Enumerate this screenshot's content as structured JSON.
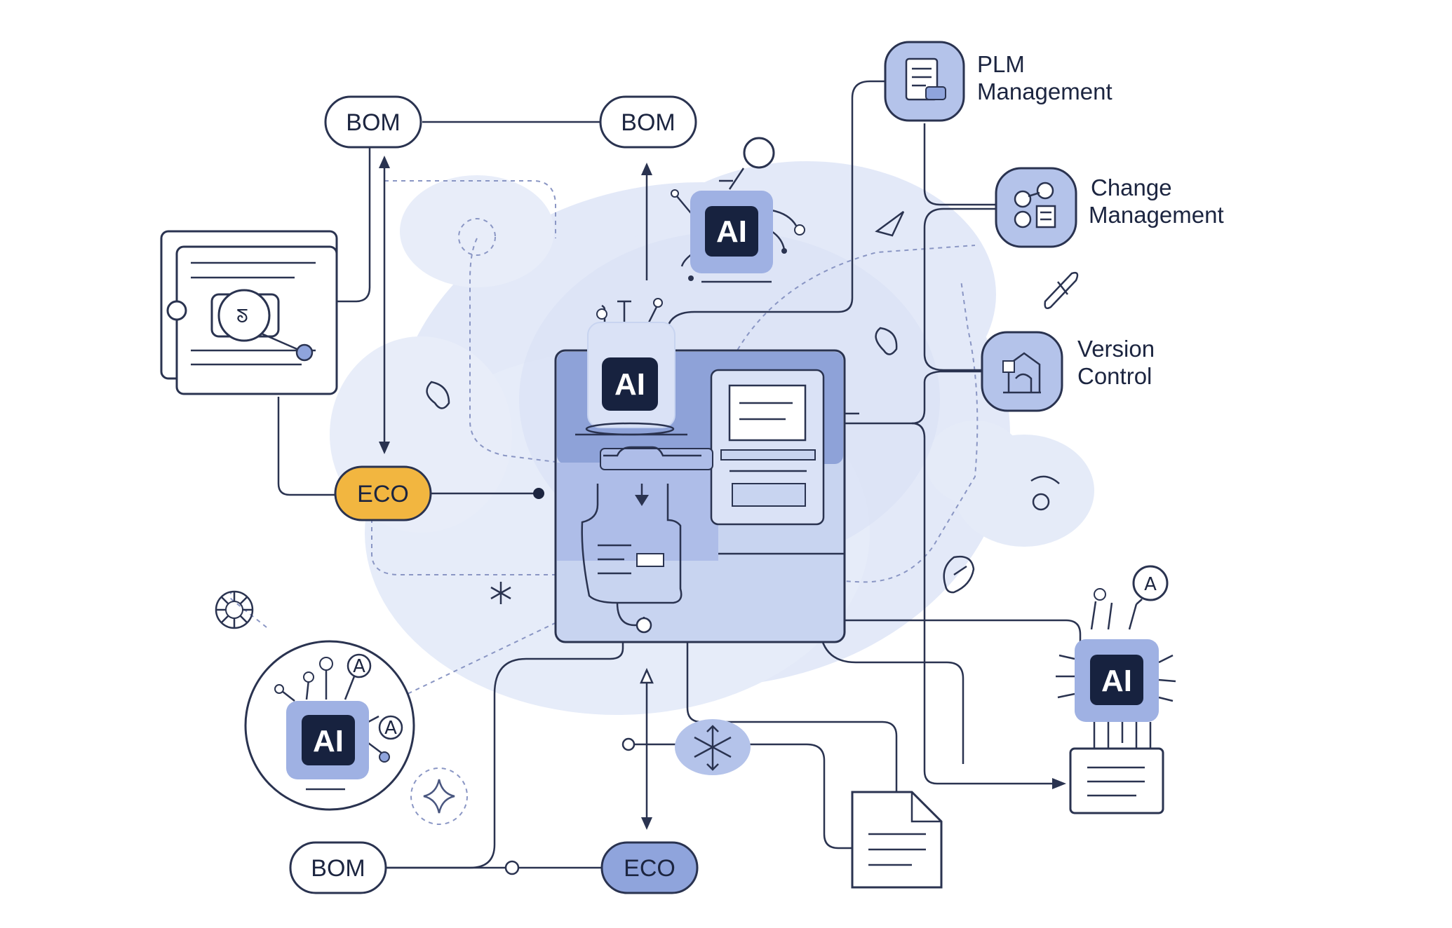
{
  "nodes": {
    "bom_top_left": "BOM",
    "bom_top_right": "BOM",
    "bom_bottom": "BOM",
    "eco_left": "ECO",
    "eco_bottom": "ECO"
  },
  "ai_chips": {
    "top": "AI",
    "center": "AI",
    "bottom_left": "AI",
    "right": "AI"
  },
  "letter_badges": {
    "right_top": "A",
    "bottom_left_1": "A",
    "bottom_left_2": "A"
  },
  "side_labels": {
    "plm": [
      "PLM",
      "Management"
    ],
    "change": [
      "Change",
      "Management"
    ],
    "version": [
      "Version",
      "Control"
    ]
  },
  "colors": {
    "accent_orange": "#f2b640",
    "chip_light": "#9fb1e3",
    "chip_dark": "#17223f",
    "line": "#2a3350",
    "blob": "#dde5f6",
    "eco_blue": "#8fa4dc"
  },
  "icons": [
    "document-icon",
    "settings-icon",
    "barcode-icon",
    "paper-icon"
  ]
}
